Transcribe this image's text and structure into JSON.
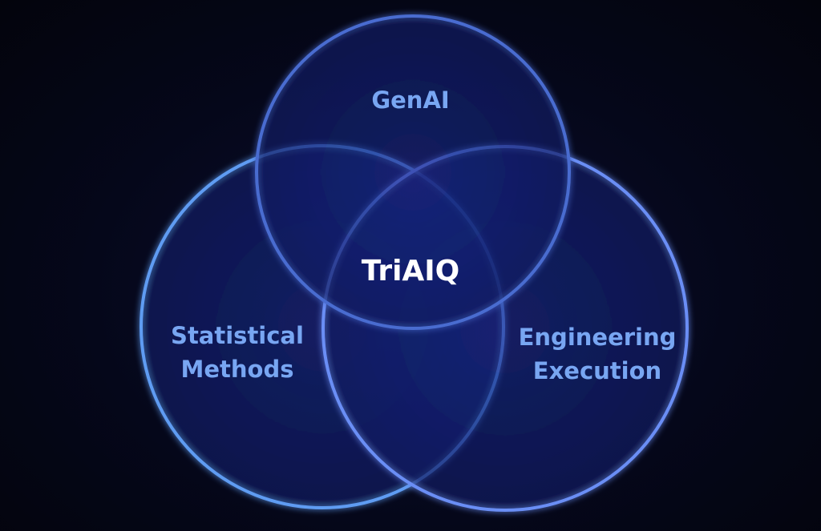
{
  "diagram": {
    "center_label": "TriAIQ",
    "circles": [
      {
        "label": "GenAI"
      },
      {
        "label_line1": "Statistical",
        "label_line2": "Methods"
      },
      {
        "label_line1": "Engineering",
        "label_line2": "Execution"
      }
    ]
  },
  "colors": {
    "background": "#04050f",
    "label": "#78a6f2",
    "center_label": "#ffffff",
    "stroke": "#5a8cf0"
  }
}
